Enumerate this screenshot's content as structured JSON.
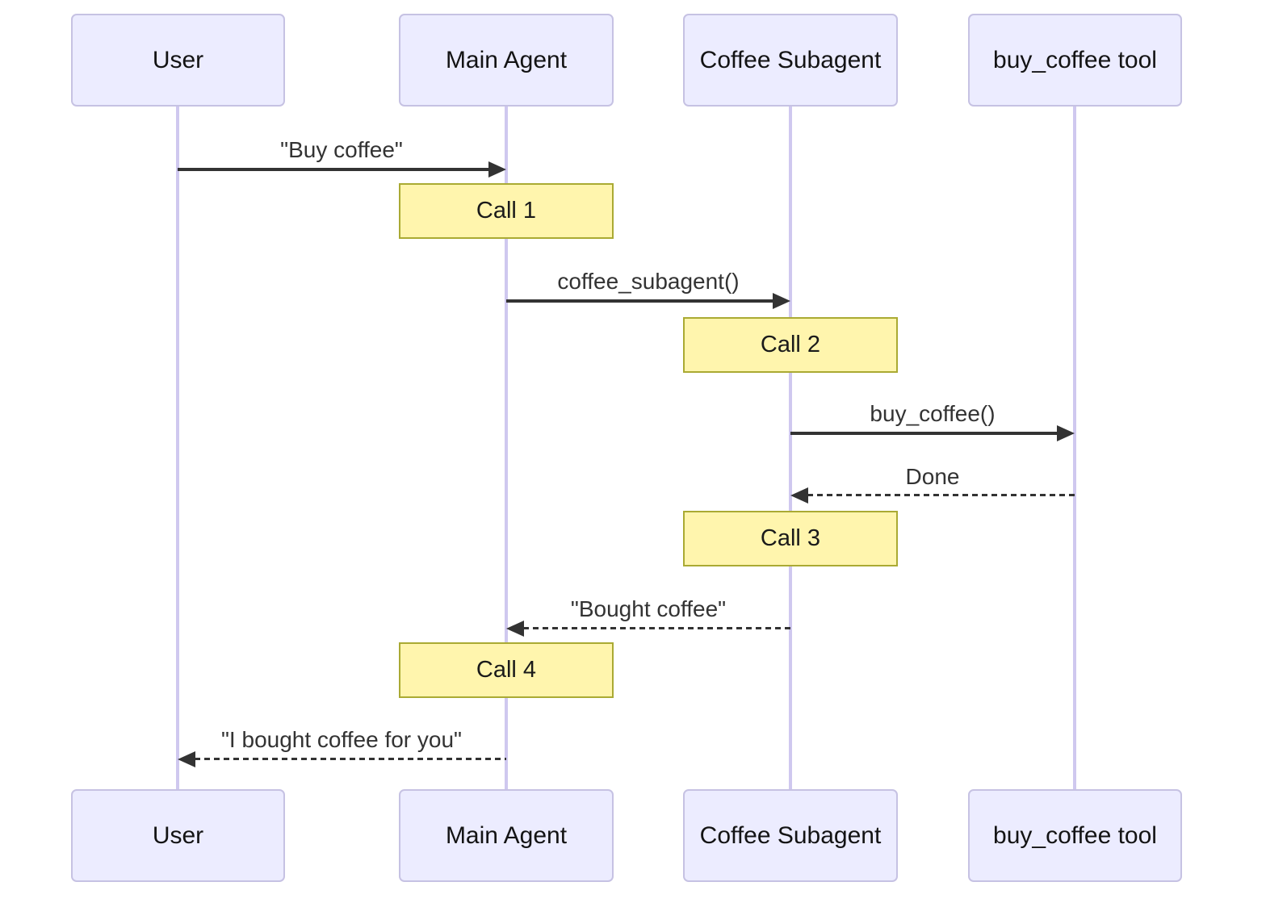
{
  "diagram": {
    "type": "sequence-diagram",
    "participants": [
      {
        "id": "user",
        "label": "User"
      },
      {
        "id": "main-agent",
        "label": "Main Agent"
      },
      {
        "id": "coffee-subagent",
        "label": "Coffee Subagent"
      },
      {
        "id": "buy-coffee-tool",
        "label": "buy_coffee tool"
      }
    ],
    "messages": [
      {
        "from": "User",
        "to": "Main Agent",
        "label": "\"Buy coffee\"",
        "style": "solid"
      },
      {
        "from": "Main Agent",
        "to": "Coffee Subagent",
        "label": "coffee_subagent()",
        "style": "solid"
      },
      {
        "from": "Coffee Subagent",
        "to": "buy_coffee tool",
        "label": "buy_coffee()",
        "style": "solid"
      },
      {
        "from": "buy_coffee tool",
        "to": "Coffee Subagent",
        "label": "Done",
        "style": "dashed"
      },
      {
        "from": "Coffee Subagent",
        "to": "Main Agent",
        "label": "\"Bought coffee\"",
        "style": "dashed"
      },
      {
        "from": "Main Agent",
        "to": "User",
        "label": "\"I bought coffee for you\"",
        "style": "dashed"
      }
    ],
    "notes": [
      {
        "label": "Call 1",
        "over": "Main Agent"
      },
      {
        "label": "Call 2",
        "over": "Coffee Subagent"
      },
      {
        "label": "Call 3",
        "over": "Coffee Subagent"
      },
      {
        "label": "Call 4",
        "over": "Main Agent"
      }
    ],
    "colors": {
      "background": "#FFFFFF",
      "actor_fill": "#ECECFF",
      "actor_border": "#C6C2E3",
      "lifeline": "#CFC8EF",
      "note_fill": "#FFF5AD",
      "note_border": "#AAAA33",
      "arrow": "#333333",
      "text": "#333333"
    }
  }
}
